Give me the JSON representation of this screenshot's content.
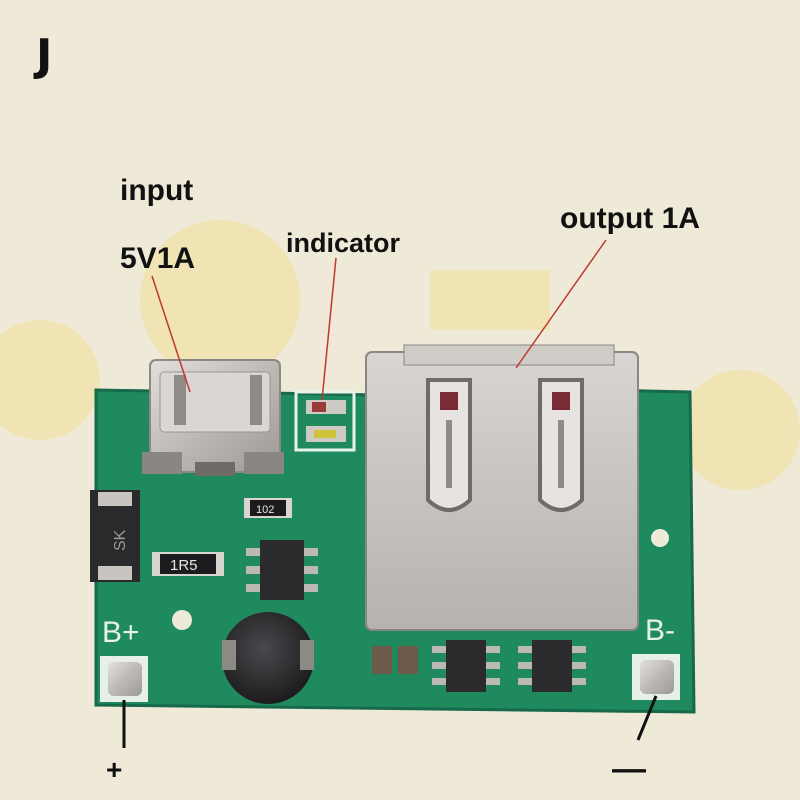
{
  "photo": {
    "corner_letter": "J",
    "annotations": {
      "input": "input",
      "input_rating": "5V1A",
      "indicator": "indicator",
      "output": "output 1A",
      "positive_wire": "+",
      "negative_wire": "—"
    },
    "board": {
      "pad_positive": "B+",
      "pad_negative": "B-",
      "resistor_code": "1R5",
      "small_resistor_code": "102",
      "diode_code": "SK"
    },
    "colors": {
      "background": "#efe9d8",
      "pcb": "#1f8a5e",
      "silkscreen": "#e9f2ea",
      "metal": "#c9c6c3",
      "inductor": "#2c2c2e",
      "pointer_lines": "#c0392b"
    }
  }
}
